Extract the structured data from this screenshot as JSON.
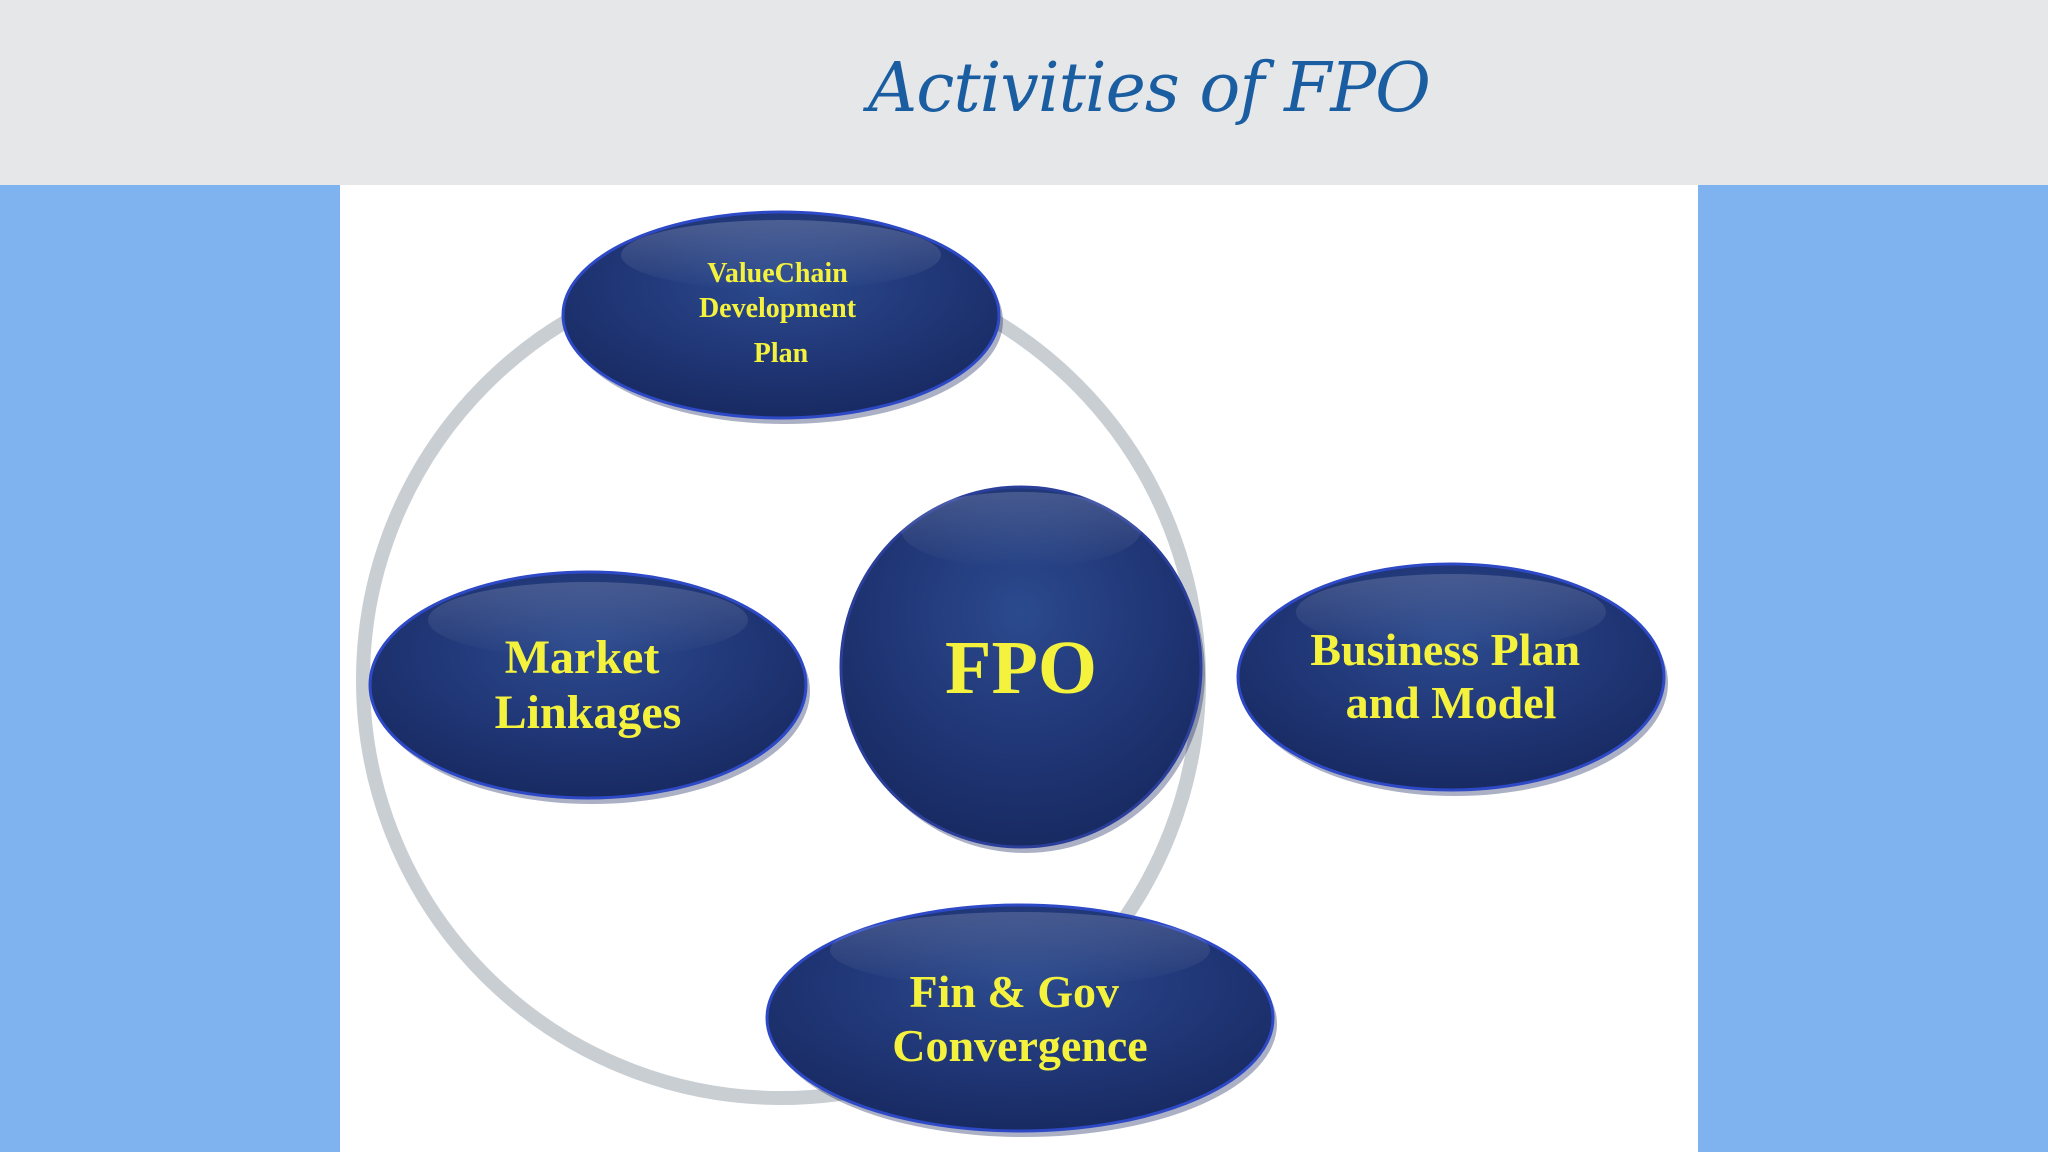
{
  "title": "Activities of FPO",
  "colors": {
    "header_bg": "#e6e7e9",
    "side_bg": "#7fb3ef",
    "title": "#1a5da0",
    "node_fill": "#1f3473",
    "node_text": "#f4f23c",
    "ring": "#c9ced3"
  },
  "diagram": {
    "center": {
      "label": "FPO"
    },
    "nodes": {
      "top": {
        "lines": [
          "ValueChain",
          "Development",
          "Plan"
        ]
      },
      "left": {
        "lines": [
          "Market",
          "Linkages"
        ]
      },
      "right": {
        "lines": [
          "Business Plan",
          "and Model"
        ]
      },
      "bottom": {
        "lines": [
          "Fin & Gov",
          "Convergence"
        ]
      }
    }
  }
}
